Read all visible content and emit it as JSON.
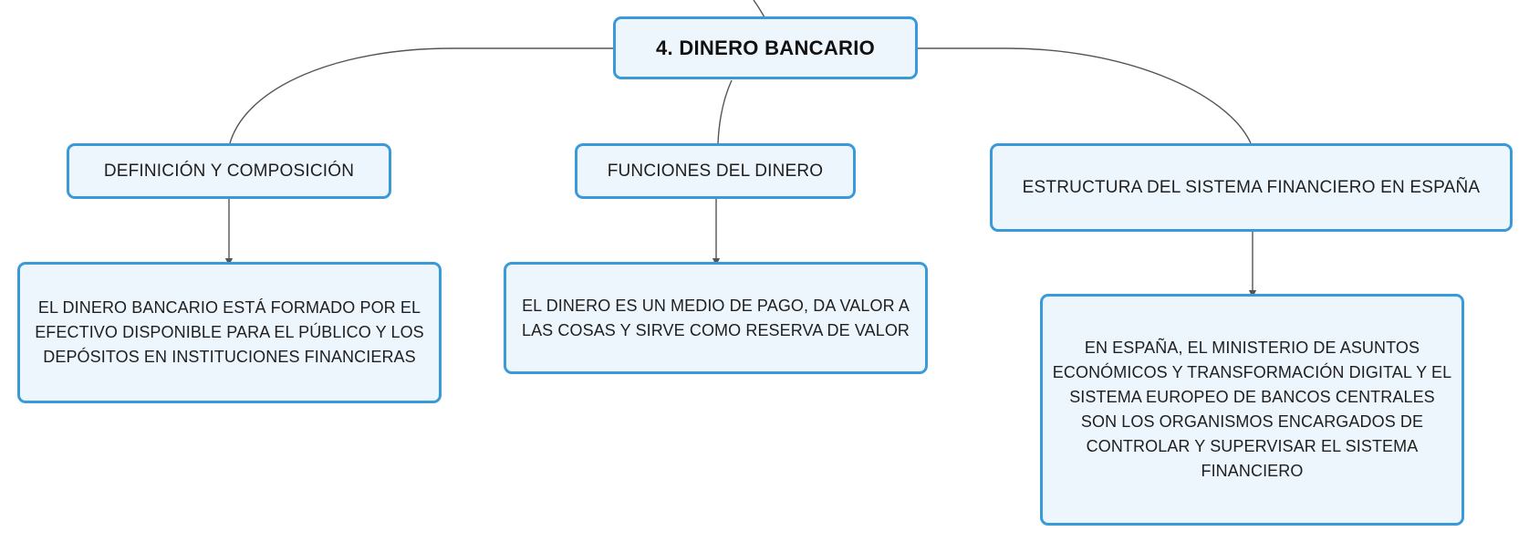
{
  "root": {
    "label": "4. DINERO BANCARIO"
  },
  "categories": [
    {
      "label": "DEFINICIÓN Y COMPOSICIÓN",
      "description": "EL DINERO BANCARIO ESTÁ FORMADO POR EL\nEFECTIVO DISPONIBLE PARA EL PÚBLICO Y LOS\nDEPÓSITOS EN INSTITUCIONES FINANCIERAS"
    },
    {
      "label": "FUNCIONES DEL DINERO",
      "description": "EL DINERO ES UN MEDIO DE PAGO, DA VALOR A\nLAS COSAS Y SIRVE COMO RESERVA DE VALOR"
    },
    {
      "label": "ESTRUCTURA DEL SISTEMA FINANCIERO EN ESPAÑA",
      "description": "EN ESPAÑA, EL MINISTERIO DE ASUNTOS\nECONÓMICOS Y TRANSFORMACIÓN DIGITAL Y EL\nSISTEMA EUROPEO DE BANCOS CENTRALES\nSON LOS ORGANISMOS ENCARGADOS DE\nCONTROLAR Y SUPERVISAR EL SISTEMA\nFINANCIERO"
    }
  ],
  "colors": {
    "node_border": "#3a9ad9",
    "node_fill": "#eef6fd",
    "connector": "#555555",
    "text": "#1f1f1f"
  }
}
